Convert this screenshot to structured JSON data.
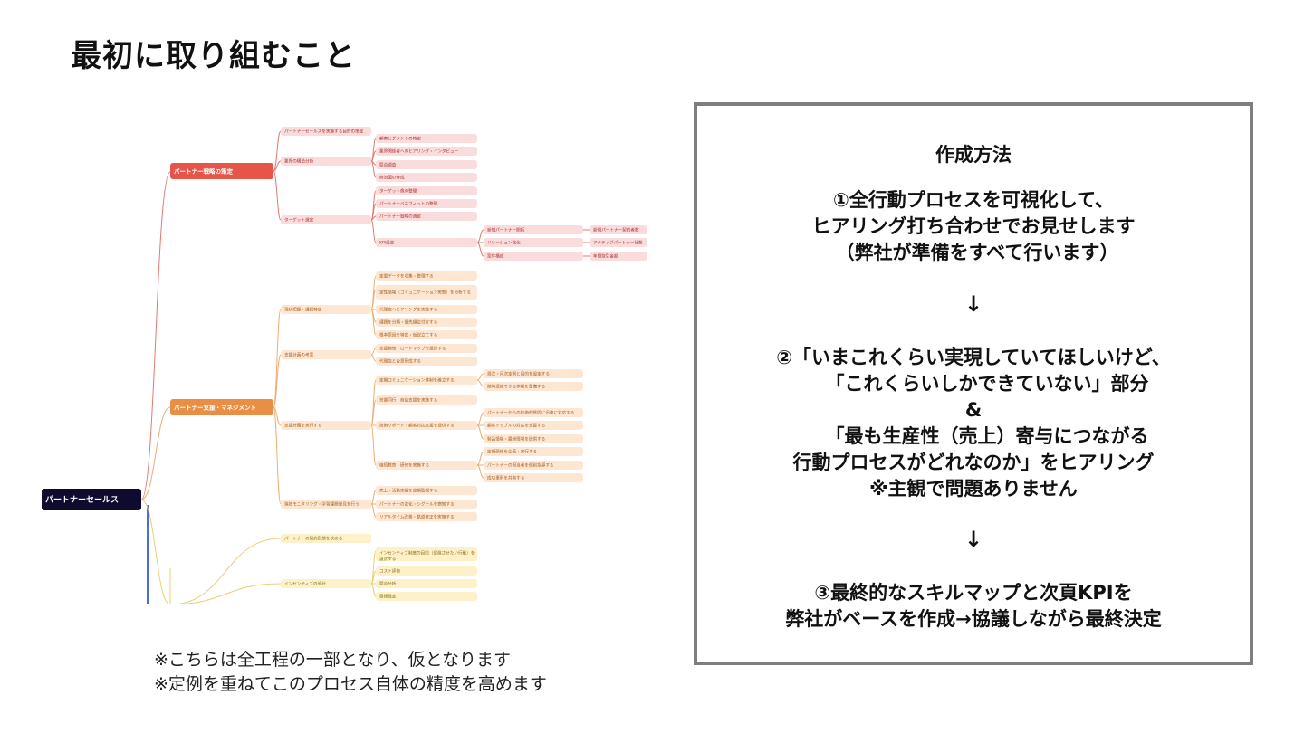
{
  "page": {
    "title": "最初に取り組むこと"
  },
  "mindmap": {
    "root": "パートナーセールス",
    "branches": [
      {
        "label": "パートナー戦略の策定",
        "color": "#e5554a"
      },
      {
        "label": "パートナー支援・マネジメント",
        "color": "#e98f45"
      }
    ],
    "colors": {
      "root": "#0e0b2e",
      "red_light": "#fbdcdc",
      "orange_light": "#fde7d2",
      "yellow_light": "#fdf1c9",
      "red_line": "#e07a73",
      "orange_line": "#ecae73",
      "yellow_line": "#e9cf75",
      "blue_line": "#4a6fd0"
    },
    "red_level2": [
      "パートナーセールスを実施する目的の策定",
      "業界の構造分析",
      "ターゲット選定"
    ],
    "red_level3": [
      "顧客セグメントの特定",
      "業界関係者へのヒアリング・インタビュー",
      "競合調査",
      "商流図の作成",
      "ターゲット像の整理",
      "パートナーベネフィットの整理",
      "パートナー戦略の選定",
      "KPI設定"
    ],
    "red_level4": [
      "新規パートナー開拓",
      "リレーション強化",
      "案件構成"
    ],
    "red_level5": [
      "新規パートナー契約者数",
      "アクティブパートナー社数",
      "年間取引金額"
    ],
    "orange_level2": [
      "現状把握・課題特定",
      "支援計画の考案",
      "支援計画を実行する",
      "進捗モニタリング・学習課題発見を行う"
    ],
    "orange_level3": [
      "定量データを収集・整理する",
      "定性情報（コミュニケーション実態）を分析する",
      "代理店へヒアリングを実施する",
      "課題を分類・優先順位付けする",
      "根本原因を特定・仮説立てする",
      "支援施策・ロードマップを設計する",
      "代理店と合意形成する",
      "定期コミュニケーション体制を確立する",
      "営業同行・商談支援を実施する",
      "技術サポート・顧客対応支援を提供する",
      "継続教育・研修を実施する",
      "売上・活動実績を定期監視する",
      "パートナーの変化・シグナルを察知する",
      "リアルタイム改善・軌道修正を実施する"
    ],
    "orange_level4": [
      "週次・月次定例と目的を設定する",
      "随時連絡できる体制を整備する",
      "パートナーからの技術的質問に迅速に対応する",
      "顧客トラブルの対応を支援する",
      "製品情報・最新情報を提供する",
      "定期研修を企画・実行する",
      "パートナーの担当者を個別指導する",
      "成功事例を共有する"
    ],
    "yellow_level2": [
      "パートナーの契約形態を決める",
      "インセンティブの設計"
    ],
    "yellow_level3": [
      "インセンティブ制度の目的（促進させたい行動）を設計する",
      "コスト評価",
      "競合分析",
      "目標設定"
    ]
  },
  "notes": [
    "※こちらは全工程の一部となり、仮となります",
    "※定例を重ねてこのプロセス自体の精度を高めます"
  ],
  "method": {
    "title": "作成方法",
    "step1": [
      "①全行動プロセスを可視化して、",
      "ヒアリング打ち合わせでお見せします",
      "（弊社が準備をすべて行います）"
    ],
    "arrow": "↓",
    "step2": [
      "②「いまこれくらい実現していてほしいけど、",
      "「これくらいしかできていない」部分",
      "&",
      "「最も生産性（売上）寄与につながる",
      "行動プロセスがどれなのか」をヒアリング",
      "※主観で問題ありません"
    ],
    "step3": [
      "③最終的なスキルマップと次頁KPIを",
      "弊社がベースを作成→協議しながら最終決定"
    ]
  }
}
